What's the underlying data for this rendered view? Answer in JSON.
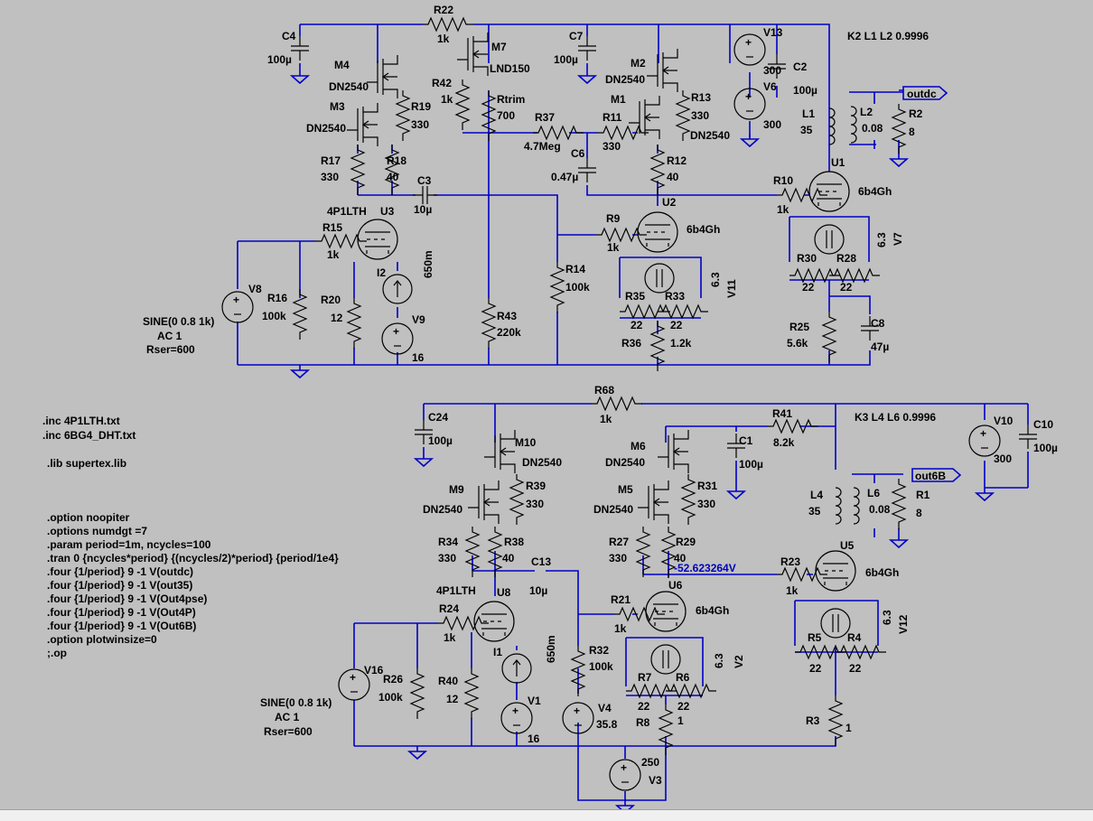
{
  "colors": {
    "background": "#c0c0c0",
    "wire": "#0000c8",
    "component": "#000000",
    "probe_label": "#0000c0"
  },
  "directives": {
    "d1": ".inc 4P1LTH.txt",
    "d2": ".inc 6BG4_DHT.txt",
    "d3": ".lib supertex.lib",
    "d4": ".option noopiter",
    "d5": ".options numdgt =7",
    "d6": ".param period=1m, ncycles=100",
    "d7": ".tran 0 {ncycles*period} {(ncycles/2)*period} {period/1e4}",
    "d8": ".four {1/period} 9 -1 V(outdc)",
    "d9": ".four {1/period} 9 -1 V(out35)",
    "d10": ".four {1/period} 9 -1 V(Out4pse)",
    "d11": ".four {1/period} 9 -1 V(Out4P)",
    "d12": ".four {1/period} 9 -1 V(Out6B)",
    "d13": ".option plotwinsize=0",
    "d14": ";.op",
    "k1": "K2 L1 L2 0.9996",
    "k2": "K3 L4 L6 0.9996"
  },
  "top": {
    "c4": [
      "C4",
      "100µ"
    ],
    "r22": [
      "R22",
      "1k"
    ],
    "m7": [
      "M7",
      "LND150"
    ],
    "c7": [
      "C7",
      "100µ"
    ],
    "v13": [
      "V13",
      "300"
    ],
    "c2": [
      "C2",
      "100µ"
    ],
    "v6": [
      "V6",
      "300"
    ],
    "m4": [
      "M4",
      "DN2540"
    ],
    "m3": [
      "M3",
      "DN2540"
    ],
    "r19": [
      "R19",
      "330"
    ],
    "r42": [
      "R42",
      "1k"
    ],
    "rtrim": [
      "Rtrim",
      "700"
    ],
    "m2": [
      "M2",
      "DN2540"
    ],
    "m1": [
      "M1",
      "DN2540"
    ],
    "r13": [
      "R13",
      "330"
    ],
    "r37": [
      "R37",
      "4.7Meg"
    ],
    "r11": [
      "R11",
      "330"
    ],
    "l1": [
      "L1",
      "35"
    ],
    "l2": [
      "L2",
      "0.08"
    ],
    "r2": [
      "R2",
      "8"
    ],
    "outdc": "outdc",
    "r17": [
      "R17",
      "330"
    ],
    "r18": [
      "R18",
      "40"
    ],
    "c6": [
      "C6",
      "0.47µ"
    ],
    "r12": [
      "R12",
      "40"
    ],
    "c3": [
      "C3",
      "10µ"
    ],
    "u3": [
      "U3",
      "4P1LTH"
    ],
    "u2": "U2",
    "u2t": "6b4Gh",
    "r10": [
      "R10",
      "1k"
    ],
    "u1": "U1",
    "u1t": "6b4Gh",
    "r15": [
      "R15",
      "1k"
    ],
    "r9": [
      "R9",
      "1k"
    ],
    "i2": [
      "I2",
      "650m"
    ],
    "r14": [
      "R14",
      "100k"
    ],
    "r16": [
      "R16",
      "100k"
    ],
    "r20": [
      "R20",
      "12"
    ],
    "v8": "V8",
    "v9": [
      "V9",
      "16"
    ],
    "r43": [
      "R43",
      "220k"
    ],
    "r35": [
      "R35",
      "22"
    ],
    "r33": [
      "R33",
      "22"
    ],
    "v11": [
      "V11",
      "6.3"
    ],
    "r36": [
      "R36",
      "1.2k"
    ],
    "r30": [
      "R30",
      "22"
    ],
    "r28": [
      "R28",
      "22"
    ],
    "v7": [
      "V7",
      "6.3"
    ],
    "r25": [
      "R25",
      "5.6k"
    ],
    "c8": [
      "C8",
      "47µ"
    ],
    "src1": "SINE(0 0.8 1k)",
    "src2": "AC 1",
    "src3": "Rser=600"
  },
  "bottom": {
    "c24": [
      "C24",
      "100µ"
    ],
    "r68": [
      "R68",
      "1k"
    ],
    "m10": [
      "M10",
      "DN2540"
    ],
    "r41": [
      "R41",
      "8.2k"
    ],
    "m6": [
      "M6",
      "DN2540"
    ],
    "c1": [
      "C1",
      "100µ"
    ],
    "v10": [
      "V10",
      "300"
    ],
    "c10": [
      "C10",
      "100µ"
    ],
    "m9": [
      "M9",
      "DN2540"
    ],
    "r39": [
      "R39",
      "330"
    ],
    "m5": [
      "M5",
      "DN2540"
    ],
    "r31": [
      "R31",
      "330"
    ],
    "l4": [
      "L4",
      "35"
    ],
    "l6": [
      "L6",
      "0.08"
    ],
    "r1": [
      "R1",
      "8"
    ],
    "out6b": "out6B",
    "r34": [
      "R34",
      "330"
    ],
    "r38": [
      "R38",
      "40"
    ],
    "c13": [
      "C13",
      "10µ"
    ],
    "r27": [
      "R27",
      "330"
    ],
    "r29": [
      "R29",
      "40"
    ],
    "probe": "-52.623264V",
    "r23": [
      "R23",
      "1k"
    ],
    "u5": "U5",
    "u5t": "6b4Gh",
    "u8": [
      "U8",
      "4P1LTH"
    ],
    "r24": [
      "R24",
      "1k"
    ],
    "u6": "U6",
    "u6t": "6b4Gh",
    "r21": [
      "R21",
      "1k"
    ],
    "i1": [
      "I1",
      "650m"
    ],
    "r32": [
      "R32",
      "100k"
    ],
    "v16": "V16",
    "r26": [
      "R26",
      "100k"
    ],
    "r40": [
      "R40",
      "12"
    ],
    "r7": [
      "R7",
      "22"
    ],
    "r6": [
      "R6",
      "22"
    ],
    "v2": [
      "V2",
      "6.3"
    ],
    "r5": [
      "R5",
      "22"
    ],
    "r4": [
      "R4",
      "22"
    ],
    "v12": [
      "V12",
      "6.3"
    ],
    "v1": [
      "V1",
      "16"
    ],
    "v4": [
      "V4",
      "35.8"
    ],
    "r8": [
      "R8",
      "1"
    ],
    "r3": [
      "R3",
      "1"
    ],
    "v3": [
      "V3",
      "250"
    ],
    "src1": "SINE(0 0.8 1k)",
    "src2": "AC 1",
    "src3": "Rser=600"
  }
}
